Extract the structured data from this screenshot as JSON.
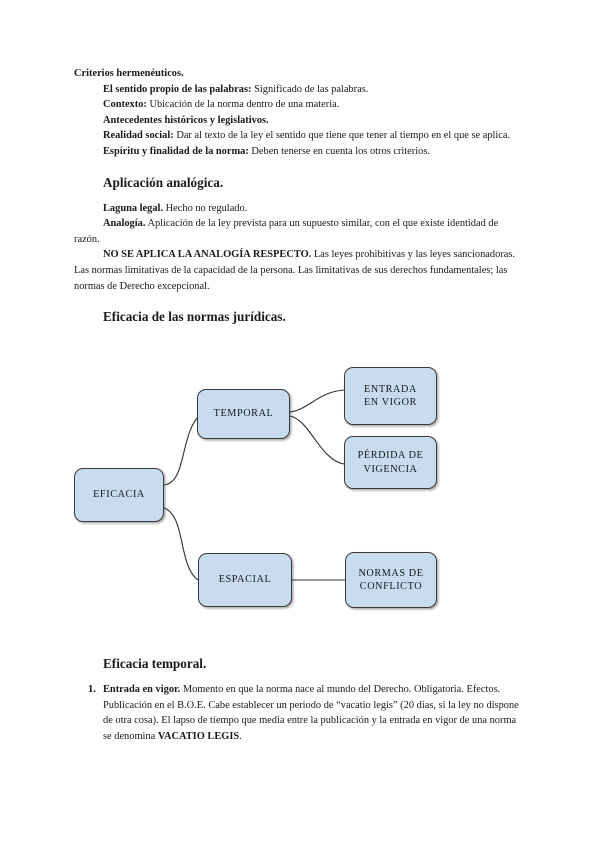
{
  "document": {
    "section_hermeneutics": {
      "heading": "Criterios hermenéuticos.",
      "items": [
        {
          "term": "El sentido propio de las palabras:",
          "text": " Significado de las palabras."
        },
        {
          "term": "Contexto:",
          "text": " Ubicación de la norma dentro de una materia."
        },
        {
          "term": "Antecedentes históricos y legislativos.",
          "text": ""
        },
        {
          "term": "Realidad social:",
          "text": " Dar al texto de la ley el sentido que tiene que tener al tiempo en el que se aplica."
        },
        {
          "term": "Espíritu y finalidad de la norma:",
          "text": " Deben tenerse en cuenta los otros criterios."
        }
      ]
    },
    "section_analogy": {
      "heading": "Aplicación analógica.",
      "items": [
        {
          "term": "Laguna legal.",
          "text": " Hecho no regulado."
        },
        {
          "term": "Analogía.",
          "text": " Aplicación de la ley prevista para un supuesto similar, con el que existe identidad de razón."
        },
        {
          "term": "NO SE APLICA LA ANALOGÍA RESPECTO.",
          "text": " Las leyes prohibitivas y las leyes sancionadoras. Las normas limitativas de la capacidad de la persona. Las limitativas de sus derechos fundamentales; las normas de Derecho excepcional."
        }
      ]
    },
    "section_efficacy": {
      "heading": "Eficacia de las normas jurídicas."
    },
    "section_temporal": {
      "heading": "Eficacia temporal.",
      "list": [
        {
          "marker": "1.",
          "term": "Entrada en vigor.",
          "text": " Momento en que la norma nace al mundo del Derecho. Obligatoria. Efectos.",
          "paragraph_2_pre": "Publicación en el B.O.E. Cabe establecer un periodo de “vacatio legis” (20 dias, si la ley no dispone de otra cosa). El lapso de tiempo que media entre la publicación y la entrada en vigor de una norma se denomina ",
          "paragraph_2_bold": "VACATIO LEGIS",
          "paragraph_2_post": "."
        }
      ]
    }
  },
  "diagram": {
    "title": "Eficacia de las normas jurídicas",
    "fill_color": "#c9dcef",
    "stroke_color": "#3a3a3a",
    "nodes": [
      {
        "id": "eficacia",
        "label_line1": "EFICACIA",
        "label_line2": ""
      },
      {
        "id": "temporal",
        "label_line1": "TEMPORAL",
        "label_line2": ""
      },
      {
        "id": "entrada",
        "label_line1": "ENTRADA",
        "label_line2": "EN VIGOR"
      },
      {
        "id": "perdida",
        "label_line1": "PÉRDIDA DE",
        "label_line2": "VIGENCIA"
      },
      {
        "id": "espacial",
        "label_line1": "ESPACIAL",
        "label_line2": ""
      },
      {
        "id": "conflicto",
        "label_line1": "NORMAS DE",
        "label_line2": "CONFLICTO"
      }
    ],
    "edges": [
      {
        "from": "eficacia",
        "to": "temporal",
        "style": "curve"
      },
      {
        "from": "eficacia",
        "to": "espacial",
        "style": "curve"
      },
      {
        "from": "temporal",
        "to": "entrada",
        "style": "curve"
      },
      {
        "from": "temporal",
        "to": "perdida",
        "style": "curve"
      },
      {
        "from": "espacial",
        "to": "conflicto",
        "style": "straight"
      }
    ]
  }
}
